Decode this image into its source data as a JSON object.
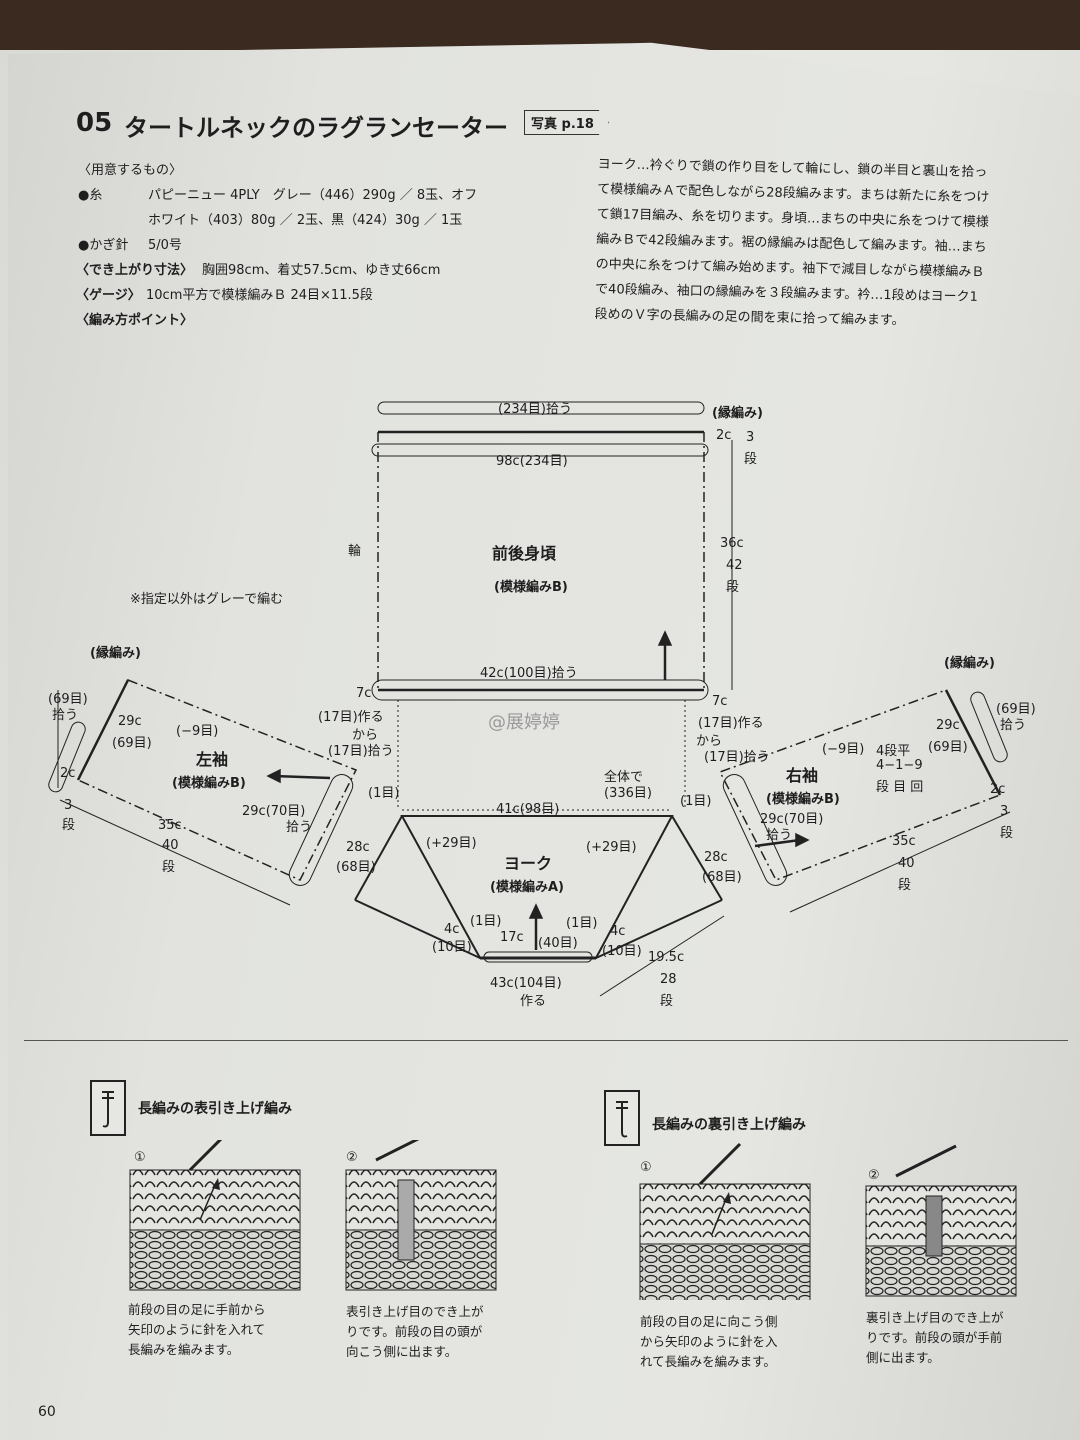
{
  "header": {
    "number": "05",
    "title": "タートルネックのラグランセーター",
    "photo_ref": "写真 p.18"
  },
  "materials": {
    "heading": "〈用意するもの〉",
    "yarn_label": "●糸",
    "yarn_line1": "パピーニュー 4PLY　グレー（446）290g ／ 8玉、オフ",
    "yarn_line2": "ホワイト（403）80g ／ 2玉、黒（424）30g ／ 1玉",
    "hook_label": "●かぎ針",
    "hook_value": "5/0号",
    "size_label": "〈でき上がり寸法〉",
    "size_value": "胸囲98cm、着丈57.5cm、ゆき丈66cm",
    "gauge_label": "〈ゲージ〉",
    "gauge_value": "10cm平方で模様編みＢ 24目×11.5段",
    "point_label": "〈編み方ポイント〉"
  },
  "description": [
    "ヨーク…衿ぐりで鎖の作り目をして輪にし、鎖の半目と裏山を拾っ",
    "て模様編みＡで配色しながら28段編みます。まちは新たに糸をつけ",
    "て鎖17目編み、糸を切ります。身頃…まちの中央に糸をつけて模様",
    "編みＢで42段編みます。裾の縁編みは配色して編みます。袖…まち",
    "の中央に糸をつけて編み始めます。袖下で減目しながら模様編みＢ",
    "で40段編み、袖口の縁編みを３段編みます。衿…1段めはヨーク1",
    "段めのＶ字の長編みの足の間を束に拾って編みます。"
  ],
  "diagram": {
    "note": "※指定以外はグレーで編む",
    "body": {
      "name": "前後身頃",
      "pattern": "(模様編みB)",
      "pickup": "(234目)拾う",
      "edging": "(縁編み)",
      "edge_c": "2c",
      "edge_rows": "3",
      "dan": "段",
      "width": "98c(234目)",
      "height_c": "36c",
      "height_rows": "42",
      "ring": "輪",
      "bottom": "42c(100目)拾う",
      "gusset_c": "7c",
      "gusset_make": "(17目)作る",
      "gusset_from": "から",
      "gusset_pick": "(17目)拾う"
    },
    "left_sleeve": {
      "name": "左袖",
      "pattern": "(模様編みB)",
      "edging": "(縁編み)",
      "cuff_pick": "(69目)",
      "cuff_pick2": "拾う",
      "width_c": "29c",
      "width_sts": "(69目)",
      "dec": "(−9目)",
      "edge_c": "2c",
      "edge_rows": "3",
      "dan": "段",
      "top": "29c(70目)",
      "top2": "拾う",
      "len_c": "35c",
      "len_rows": "40",
      "one": "(1目)"
    },
    "right_sleeve": {
      "name": "右袖",
      "pattern": "(模様編みB)",
      "edging": "(縁編み)",
      "cuff_pick": "(69目)",
      "cuff_pick2": "拾う",
      "width_c": "29c",
      "width_sts": "(69目)",
      "dec": "(−9目)",
      "dec_rule1": "4段平",
      "dec_rule2": "4−1−9",
      "dec_rule3": "段 目 回",
      "edge_c": "2c",
      "edge_rows": "3",
      "dan": "段",
      "top": "29c(70目)",
      "top2": "拾う",
      "len_c": "35c",
      "len_rows": "40",
      "one": "(1目)"
    },
    "yoke": {
      "name": "ヨーク",
      "pattern": "(模様編みA)",
      "total": "全体で",
      "total2": "(336目)",
      "top": "41c(98目)",
      "inc_l": "(+29目)",
      "inc_r": "(+29目)",
      "side_c": "28c",
      "side_sts": "(68目)",
      "one": "(1目)",
      "neck_c": "4c",
      "neck_sts": "(10目)",
      "front_c": "17c",
      "front_sts": "(40目)",
      "bottom": "43c(104目)",
      "bottom2": "作る",
      "height_c": "19.5c",
      "height_rows": "28",
      "dan": "段"
    }
  },
  "watermark": "@展婷婷",
  "techniques": [
    {
      "title": "長編みの表引き上げ編み",
      "steps": [
        {
          "num": "①",
          "caption": [
            "前段の目の足に手前から",
            "矢印のように針を入れて",
            "長編みを編みます。"
          ]
        },
        {
          "num": "②",
          "caption": [
            "表引き上げ目のでき上が",
            "りです。前段の目の頭が",
            "向こう側に出ます。"
          ]
        }
      ]
    },
    {
      "title": "長編みの裏引き上げ編み",
      "steps": [
        {
          "num": "①",
          "caption": [
            "前段の目の足に向こう側",
            "から矢印のように針を入",
            "れて長編みを編みます。"
          ]
        },
        {
          "num": "②",
          "caption": [
            "裏引き上げ目のでき上が",
            "りです。前段の頭が手前",
            "側に出ます。"
          ]
        }
      ]
    }
  ],
  "page_number": "60"
}
